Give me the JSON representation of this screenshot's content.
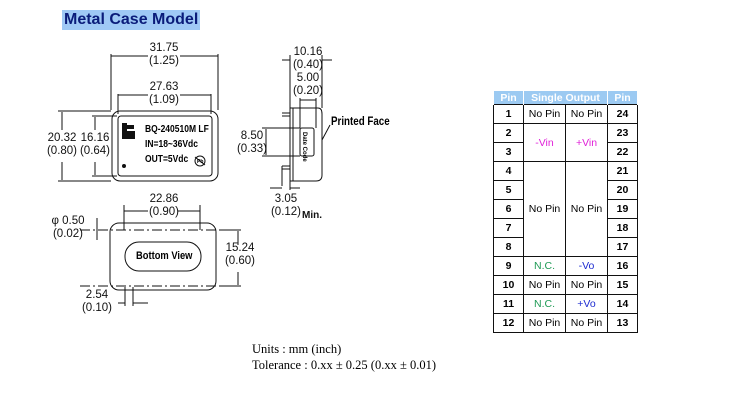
{
  "title": "Metal Case Model",
  "top_view": {
    "length_outer": "31.75",
    "length_outer_in": "(1.25)",
    "length_inner": "27.63",
    "length_inner_in": "(1.09)",
    "height_outer": "20.32",
    "height_outer_in": "(0.80)",
    "height_inner": "16.16",
    "height_inner_in": "(0.64)",
    "label_model": "BQ-240510M LF",
    "label_input": "IN=18~36Vdc",
    "label_output": "OUT=5Vdc",
    "pb_mark": "Pb"
  },
  "side_view": {
    "depth": "10.16",
    "depth_in": "(0.40)",
    "face_depth": "5.00",
    "face_depth_in": "(0.20)",
    "label_height": "8.50",
    "label_height_in": "(0.33)",
    "pin_length": "3.05",
    "pin_length_in": "(0.12)",
    "pin_length_suffix": "Min.",
    "printed_face": "Printed Face",
    "date_code": "Date Code"
  },
  "bottom_view": {
    "pin_row_span": "22.86",
    "pin_row_span_in": "(0.90)",
    "pin_diameter": "φ 0.50",
    "pin_diameter_in": "(0.02)",
    "row_spacing": "15.24",
    "row_spacing_in": "(0.60)",
    "pin_pitch": "2.54",
    "pin_pitch_in": "(0.10)",
    "label": "Bottom View"
  },
  "notes": {
    "units": "Units : mm (inch)",
    "tolerance": "Tolerance : 0.xx ± 0.25 (0.xx ± 0.01)"
  },
  "pin_table": {
    "headers": [
      "Pin",
      "Single Output",
      "Pin"
    ],
    "rows": [
      {
        "left": "1",
        "a": "No Pin",
        "b": "No Pin",
        "right": "24"
      },
      {
        "left": "2",
        "a": "-Vin",
        "b": "+Vin",
        "right": "23"
      },
      {
        "left": "3",
        "right": "22"
      },
      {
        "left": "4",
        "right": "21"
      },
      {
        "left": "5",
        "right": "20"
      },
      {
        "left": "6",
        "a": "No Pin",
        "b": "No Pin",
        "right": "19"
      },
      {
        "left": "7",
        "right": "18"
      },
      {
        "left": "8",
        "right": "17"
      },
      {
        "left": "9",
        "a": "N.C.",
        "b": "-Vo",
        "right": "16"
      },
      {
        "left": "10",
        "a": "No Pin",
        "b": "No Pin",
        "right": "15"
      },
      {
        "left": "11",
        "a": "N.C.",
        "b": "+Vo",
        "right": "14"
      },
      {
        "left": "12",
        "a": "No Pin",
        "b": "No Pin",
        "right": "13"
      }
    ]
  }
}
